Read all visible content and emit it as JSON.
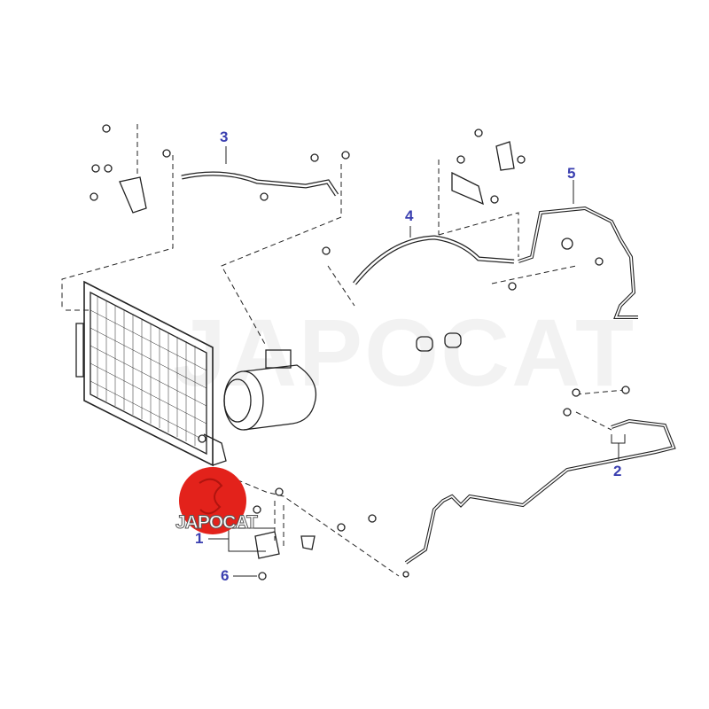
{
  "watermark": "JAPOCAT",
  "logo": {
    "text": "JAPOCAT",
    "color": "#e3221b"
  },
  "callouts": [
    {
      "id": "1",
      "label": "1"
    },
    {
      "id": "2",
      "label": "2"
    },
    {
      "id": "3",
      "label": "3"
    },
    {
      "id": "4",
      "label": "4"
    },
    {
      "id": "5",
      "label": "5"
    },
    {
      "id": "6",
      "label": "6"
    }
  ],
  "colors": {
    "callout": "#3a3fb0",
    "line": "#222222"
  }
}
